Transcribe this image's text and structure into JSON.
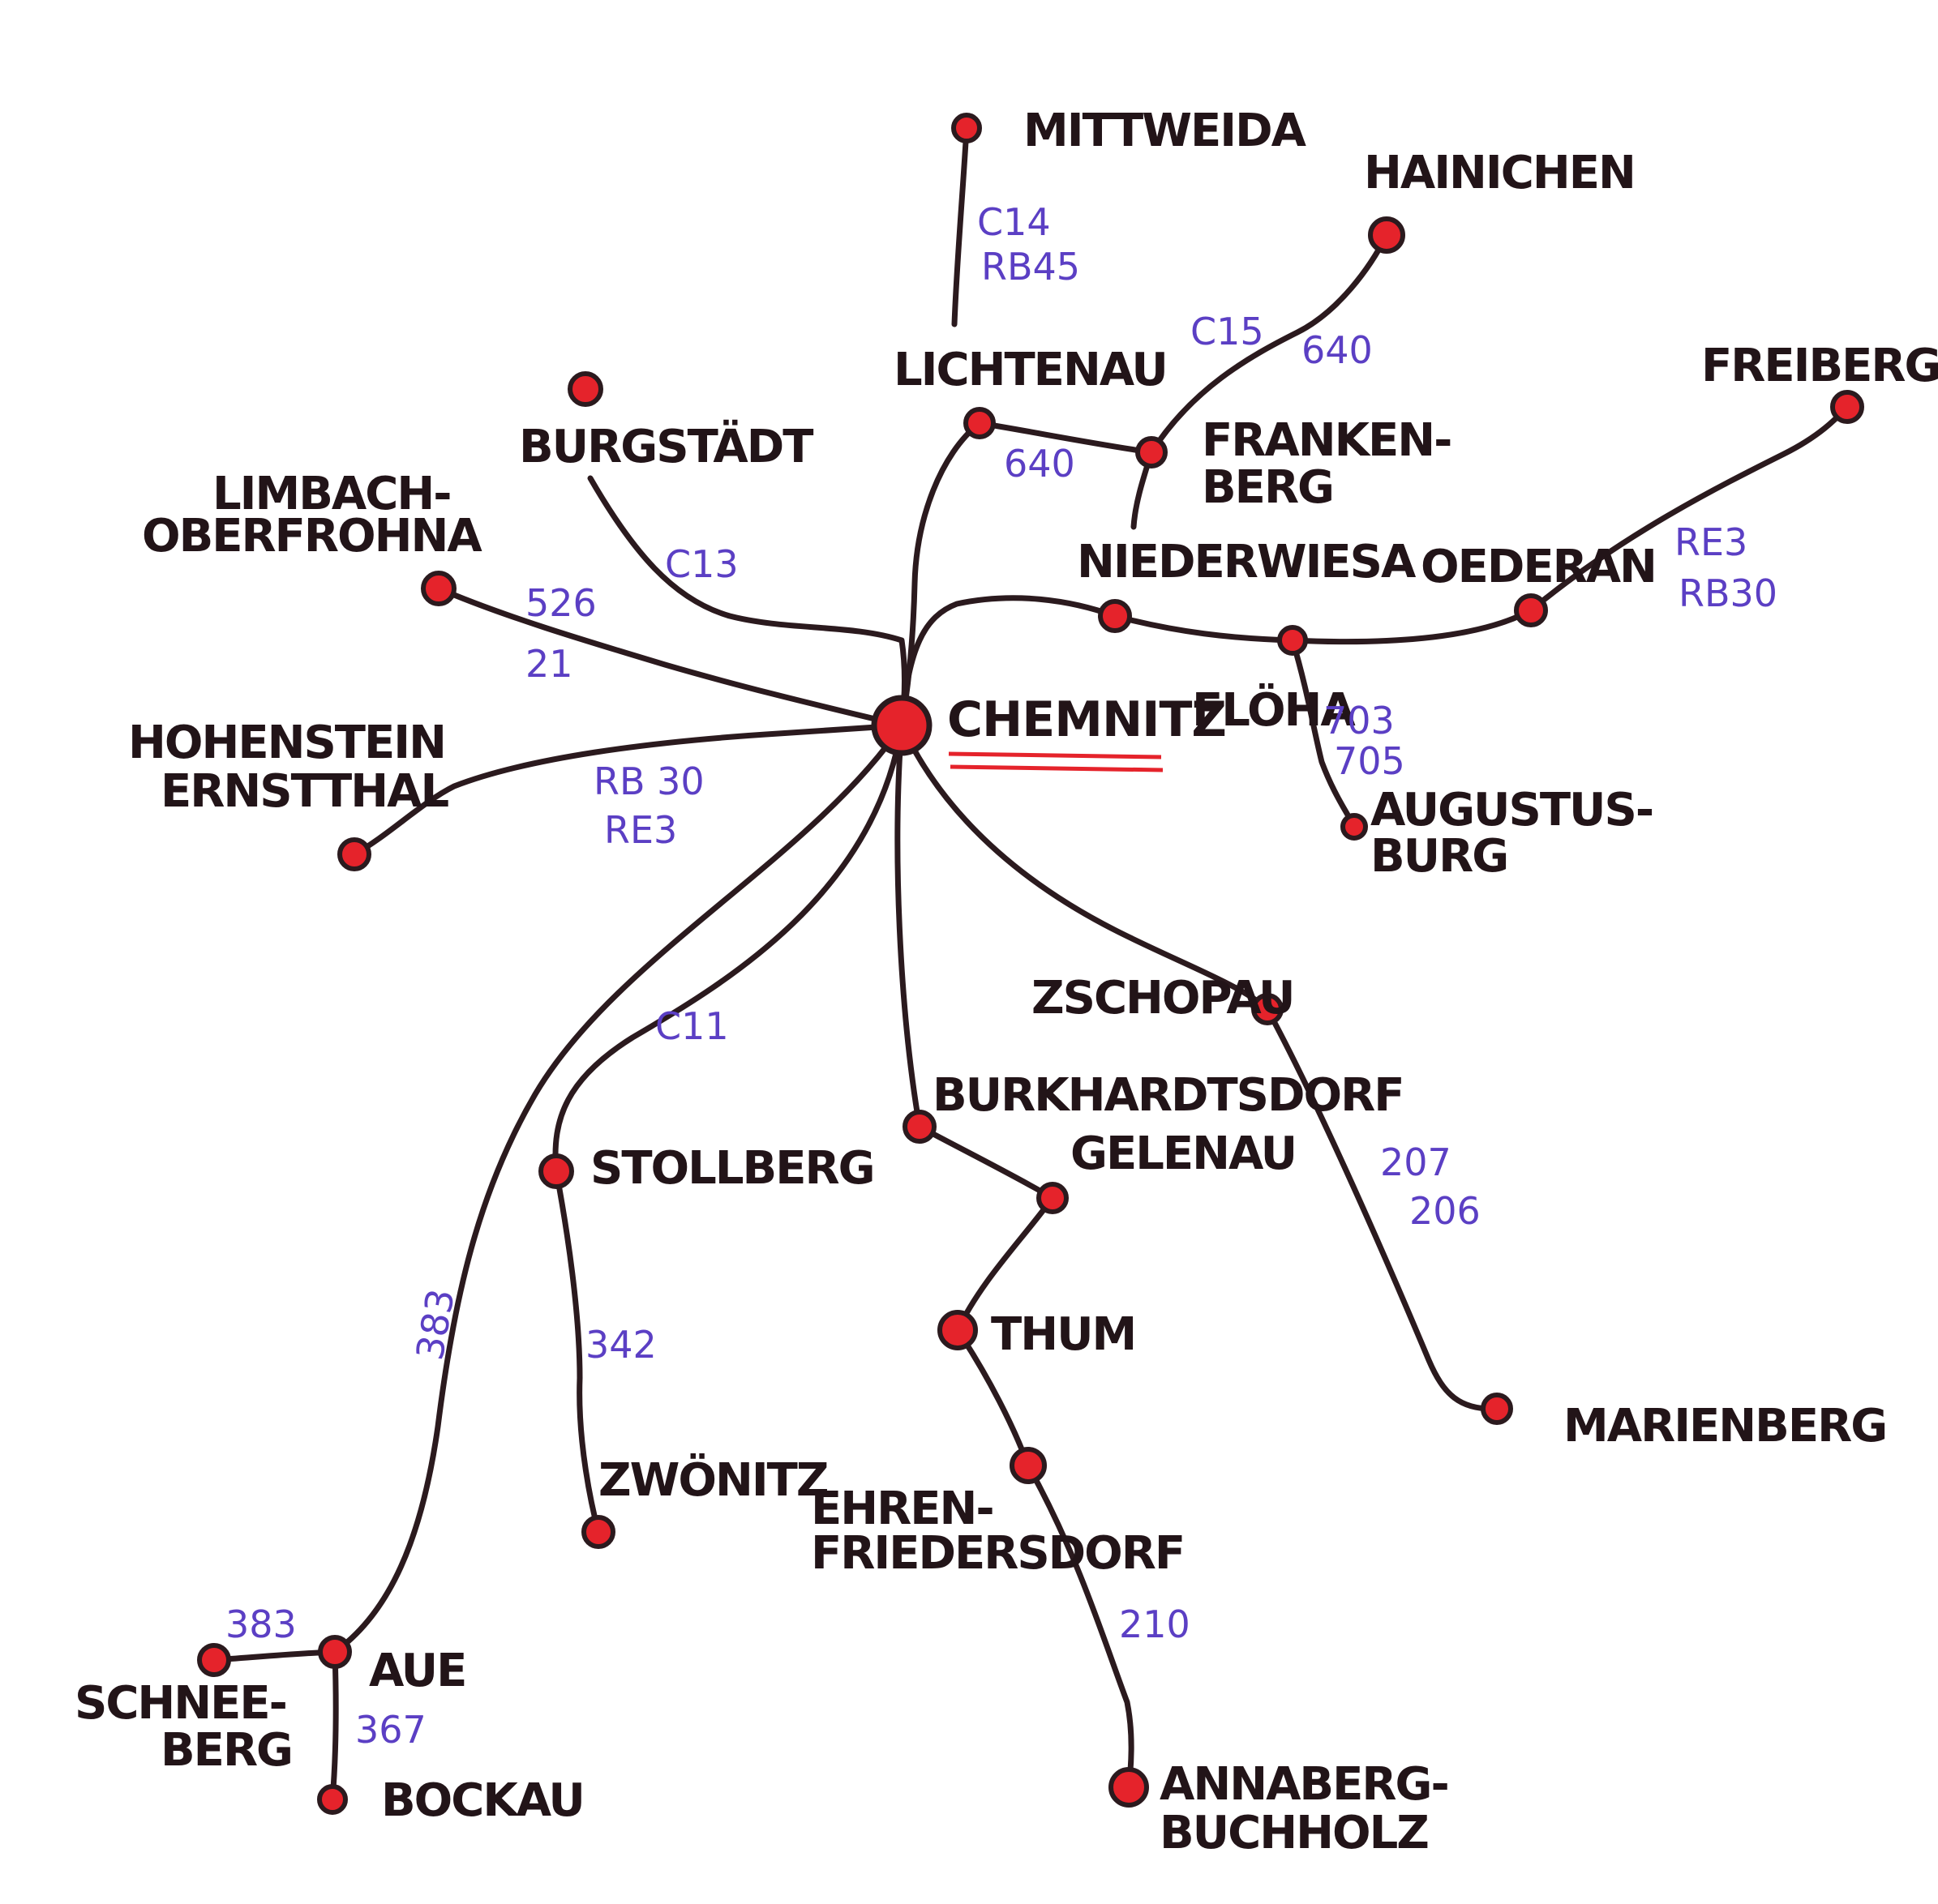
{
  "colors": {
    "route": "#2b1a1e",
    "station": "#e5232b",
    "line_label": "#5b3fc4",
    "hub_underline": "#e5232b"
  },
  "hub": {
    "name": "CHEMNITZ"
  },
  "stations": {
    "mittweida": "MITTWEIDA",
    "hainichen": "HAINICHEN",
    "lichtenau": "LICHTENAU",
    "freiberg": "FREIBERG",
    "burgstaedt": "BURGSTÄDT",
    "limbach_1": "LIMBACH-",
    "limbach_2": "OBERFROHNA",
    "frankenberg_1": "FRANKEN-",
    "frankenberg_2": "BERG",
    "niederwiesa": "NIEDERWIESA",
    "oederan": "OEDERAN",
    "floeha": "FLÖHA",
    "hohenstein_1": "HOHENSTEIN",
    "hohenstein_2": "ERNSTTHAL",
    "augustusburg_1": "AUGUSTUS-",
    "augustusburg_2": "BURG",
    "zschopau": "ZSCHOPAU",
    "burkhardtsdorf": "BURKHARDTSDORF",
    "gelenau": "GELENAU",
    "stollberg": "STOLLBERG",
    "thum": "THUM",
    "marienberg": "MARIENBERG",
    "zwoenitz": "ZWÖNITZ",
    "ehrenfriedersdorf_1": "EHREN-",
    "ehrenfriedersdorf_2": "FRIEDERSDORF",
    "schneeberg_1": "SCHNEE-",
    "schneeberg_2": "BERG",
    "aue": "AUE",
    "bockau": "BOCKAU",
    "annaberg_1": "ANNABERG-",
    "annaberg_2": "BUCHHOLZ"
  },
  "line_labels": {
    "c14": "C14",
    "rb45": "RB45",
    "c15": "C15",
    "l640_a": "640",
    "l640_b": "640",
    "c13": "C13",
    "l526": "526",
    "l21": "21",
    "re3_a": "RE3",
    "rb30_a": "RB30",
    "rb30_b": "RB 30",
    "re3_b": "RE3",
    "l703": "703",
    "l705": "705",
    "c11": "C11",
    "l383_a": "383",
    "l207": "207",
    "l206": "206",
    "l342": "342",
    "l383_b": "383",
    "l367": "367",
    "l210": "210"
  }
}
